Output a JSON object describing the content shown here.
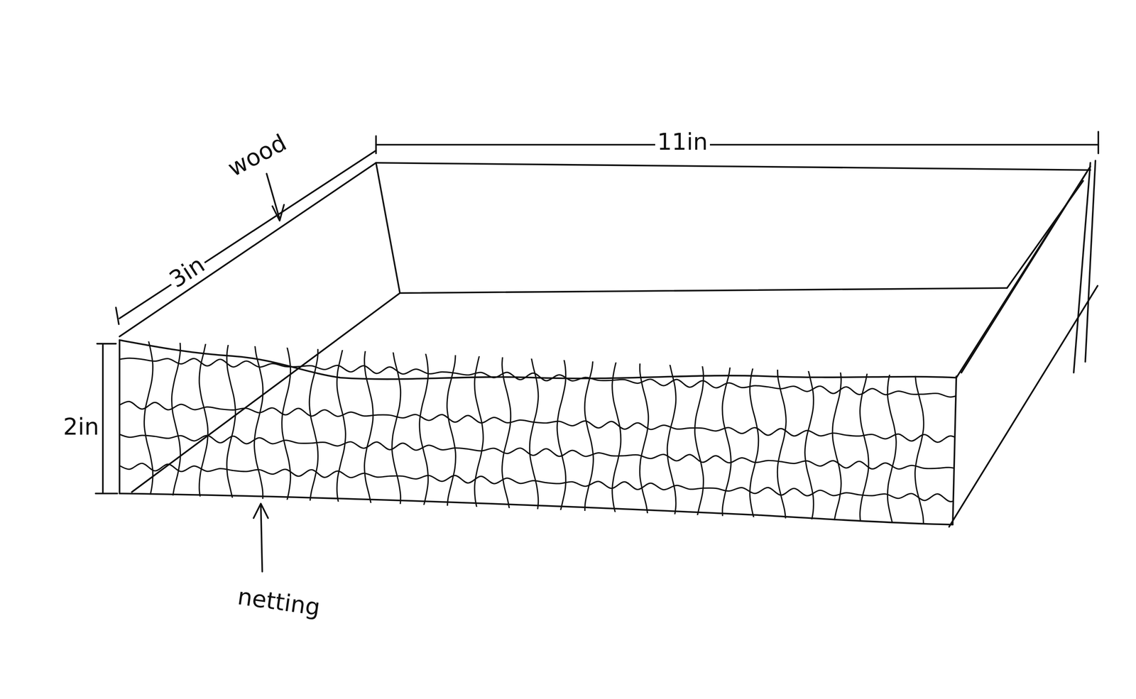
{
  "diagram": {
    "labels": [
      "wood",
      "3in",
      "11in",
      "2in",
      "netting"
    ]
  }
}
